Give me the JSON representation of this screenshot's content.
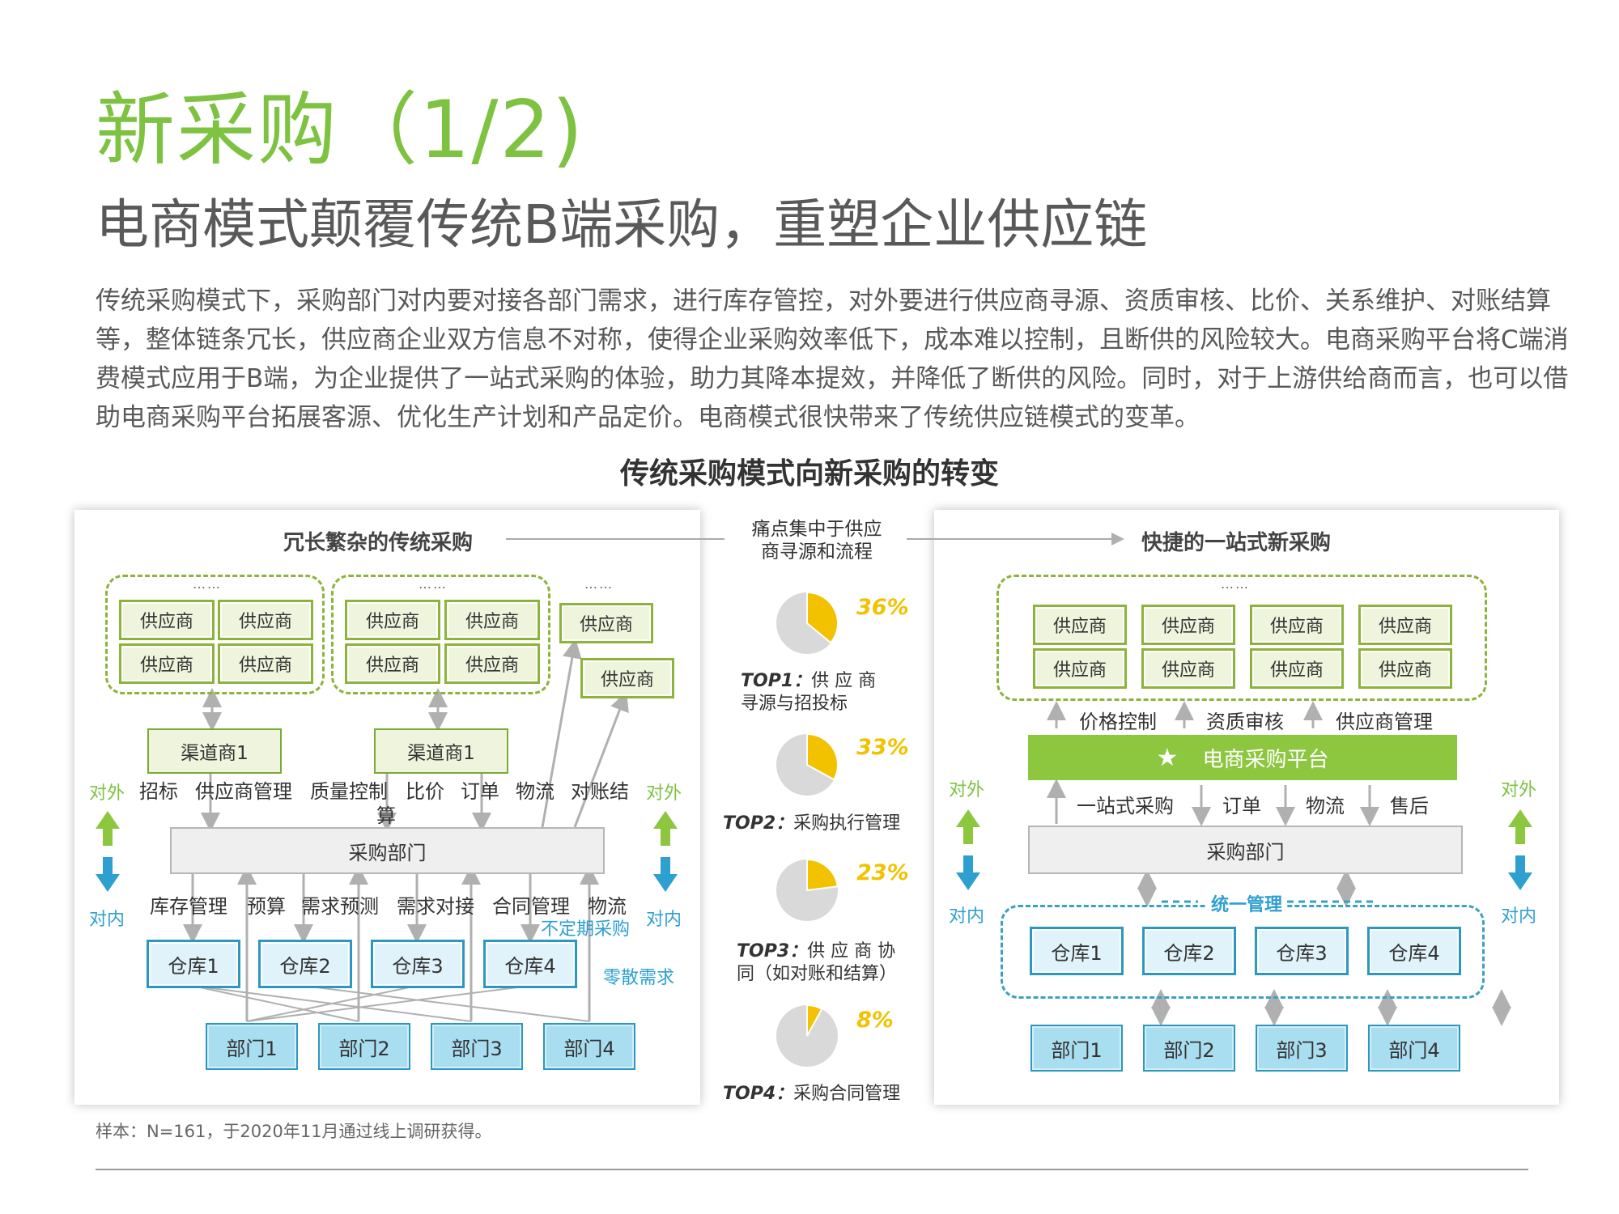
{
  "header": {
    "title": "新采购（1/2)",
    "subtitle": "电商模式颠覆传统B端采购，重塑企业供应链",
    "paragraph": "传统采购模式下，采购部门对内要对接各部门需求，进行库存管控，对外要进行供应商寻源、资质审核、比价、关系维护、对账结算等，整体链条冗长，供应商企业双方信息不对称，使得企业采购效率低下，成本难以控制，且断供的风险较大。电商采购平台将C端消费模式应用于B端，为企业提供了一站式采购的体验，助力其降本提效，并降低了断供的风险。同时，对于上游供给商而言，也可以借助电商采购平台拓展客源、优化生产计划和产品定价。电商模式很快带来了传统供应链模式的变革。"
  },
  "diagram": {
    "title": "传统采购模式向新采购的转变",
    "left": {
      "title": "冗长繁杂的传统采购",
      "dots": "……",
      "supplier": "供应商",
      "channel": "渠道商1",
      "outer_label": "对外",
      "inner_label": "对内",
      "top_tasks": [
        "招标",
        "供应商管理",
        "质量控制",
        "比价",
        "订单",
        "物流",
        "对账结",
        "算"
      ],
      "dept": "采购部门",
      "bottom_tasks": [
        "库存管理",
        "预算",
        "需求预测",
        "需求对接",
        "合同管理",
        "物流"
      ],
      "irregular": "不定期采购",
      "scattered": "零散需求",
      "warehouses": [
        "仓库1",
        "仓库2",
        "仓库3",
        "仓库4"
      ],
      "departments": [
        "部门1",
        "部门2",
        "部门3",
        "部门4"
      ]
    },
    "middle": {
      "pain_note": "痛点集中于供应商寻源和流程",
      "pain_note_line1": "痛点集中于供应",
      "pain_note_line2": "商寻源和流程",
      "items": [
        {
          "pct": "36%",
          "value": 36,
          "rank": "TOP1：",
          "text1": "供 应 商",
          "text2": "寻源与招投标"
        },
        {
          "pct": "33%",
          "value": 33,
          "rank": "TOP2：",
          "text1": "采购执行管理",
          "text2": ""
        },
        {
          "pct": "23%",
          "value": 23,
          "rank": "TOP3：",
          "text1": "供 应 商 协",
          "text2": "同（如对账和结算）"
        },
        {
          "pct": "8%",
          "value": 8,
          "rank": "TOP4：",
          "text1": "采购合同管理",
          "text2": ""
        }
      ]
    },
    "right": {
      "title": "快捷的一站式新采购",
      "dots": "……",
      "supplier": "供应商",
      "upper_tasks": [
        "价格控制",
        "资质审核",
        "供应商管理"
      ],
      "platform": "电商采购平台",
      "lower_tasks": [
        "一站式采购",
        "订单",
        "物流",
        "售后"
      ],
      "dept": "采购部门",
      "unified": "统一管理",
      "outer_label": "对外",
      "inner_label": "对内",
      "warehouses": [
        "仓库1",
        "仓库2",
        "仓库3",
        "仓库4"
      ],
      "departments": [
        "部门1",
        "部门2",
        "部门3",
        "部门4"
      ]
    }
  },
  "footer": {
    "note": "样本：N=161，于2020年11月通过线上调研获得。"
  },
  "colors": {
    "accent_green": "#7ec242",
    "pie_yellow": "#f2c200",
    "pie_grey": "#d9d9d9",
    "blue": "#2ea0d0"
  }
}
